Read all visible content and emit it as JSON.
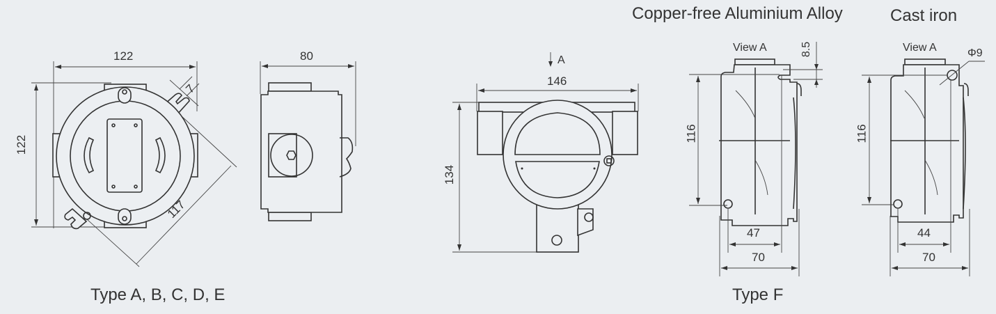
{
  "headers": {
    "aluminium": "Copper-free Aluminium Alloy",
    "cast_iron": "Cast iron"
  },
  "captions": {
    "type_abcde": "Type A, B, C, D, E",
    "type_f": "Type F"
  },
  "views": {
    "view_a_aluminium": "View A",
    "view_a_cast_iron": "View A",
    "arrow_a": "A"
  },
  "dimensions": {
    "abcde_top_width": "122",
    "abcde_left_height": "122",
    "abcde_diagonal": "117",
    "abcde_slot": "7",
    "abcde_side_depth": "80",
    "f_width": "146",
    "f_height": "134",
    "alu_height": "116",
    "alu_slot": "8.5",
    "alu_inner_depth": "47",
    "alu_depth": "70",
    "iron_height": "116",
    "iron_hole": "Φ9",
    "iron_inner_depth": "44",
    "iron_depth": "70"
  }
}
